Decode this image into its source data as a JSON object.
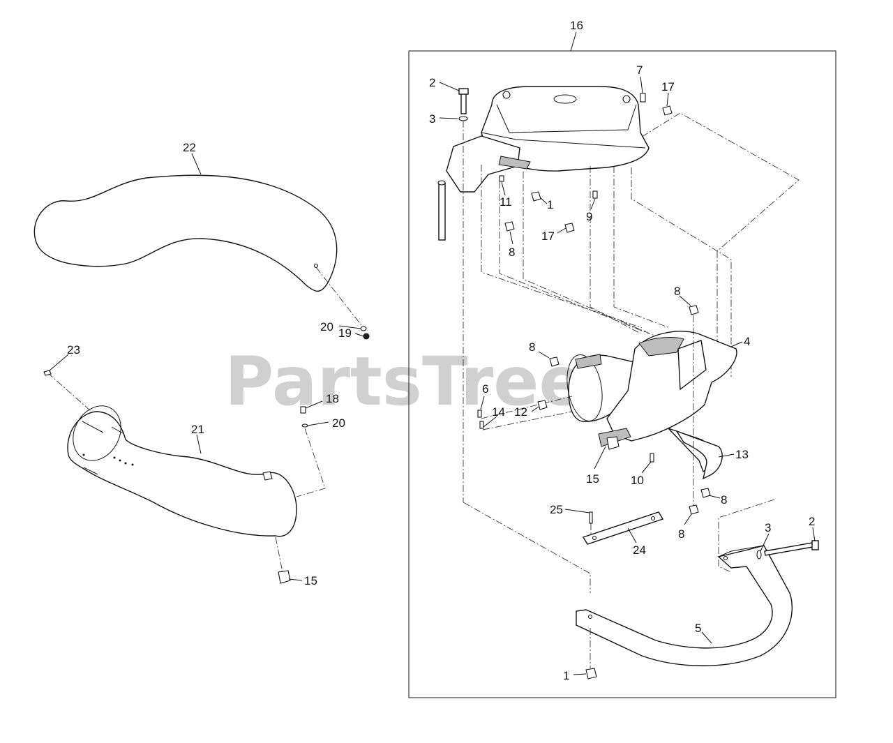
{
  "watermark": "PartsTree",
  "callouts": [
    {
      "id": "c16",
      "text": "16"
    },
    {
      "id": "c2a",
      "text": "2"
    },
    {
      "id": "c3a",
      "text": "3"
    },
    {
      "id": "c7",
      "text": "7"
    },
    {
      "id": "c17a",
      "text": "17"
    },
    {
      "id": "c11",
      "text": "11"
    },
    {
      "id": "c1a",
      "text": "1"
    },
    {
      "id": "c9",
      "text": "9"
    },
    {
      "id": "c17b",
      "text": "17"
    },
    {
      "id": "c8a",
      "text": "8"
    },
    {
      "id": "c8b",
      "text": "8"
    },
    {
      "id": "c4",
      "text": "4"
    },
    {
      "id": "c8c",
      "text": "8"
    },
    {
      "id": "c6",
      "text": "6"
    },
    {
      "id": "c14",
      "text": "14"
    },
    {
      "id": "c12",
      "text": "12"
    },
    {
      "id": "c13",
      "text": "13"
    },
    {
      "id": "c15a",
      "text": "15"
    },
    {
      "id": "c10",
      "text": "10"
    },
    {
      "id": "c8d",
      "text": "8"
    },
    {
      "id": "c25",
      "text": "25"
    },
    {
      "id": "c24",
      "text": "24"
    },
    {
      "id": "c8e",
      "text": "8"
    },
    {
      "id": "c3b",
      "text": "3"
    },
    {
      "id": "c2b",
      "text": "2"
    },
    {
      "id": "c5",
      "text": "5"
    },
    {
      "id": "c1b",
      "text": "1"
    },
    {
      "id": "c22",
      "text": "22"
    },
    {
      "id": "c20a",
      "text": "20"
    },
    {
      "id": "c19",
      "text": "19"
    },
    {
      "id": "c23",
      "text": "23"
    },
    {
      "id": "c18",
      "text": "18"
    },
    {
      "id": "c20b",
      "text": "20"
    },
    {
      "id": "c21",
      "text": "21"
    },
    {
      "id": "c15b",
      "text": "15"
    }
  ]
}
